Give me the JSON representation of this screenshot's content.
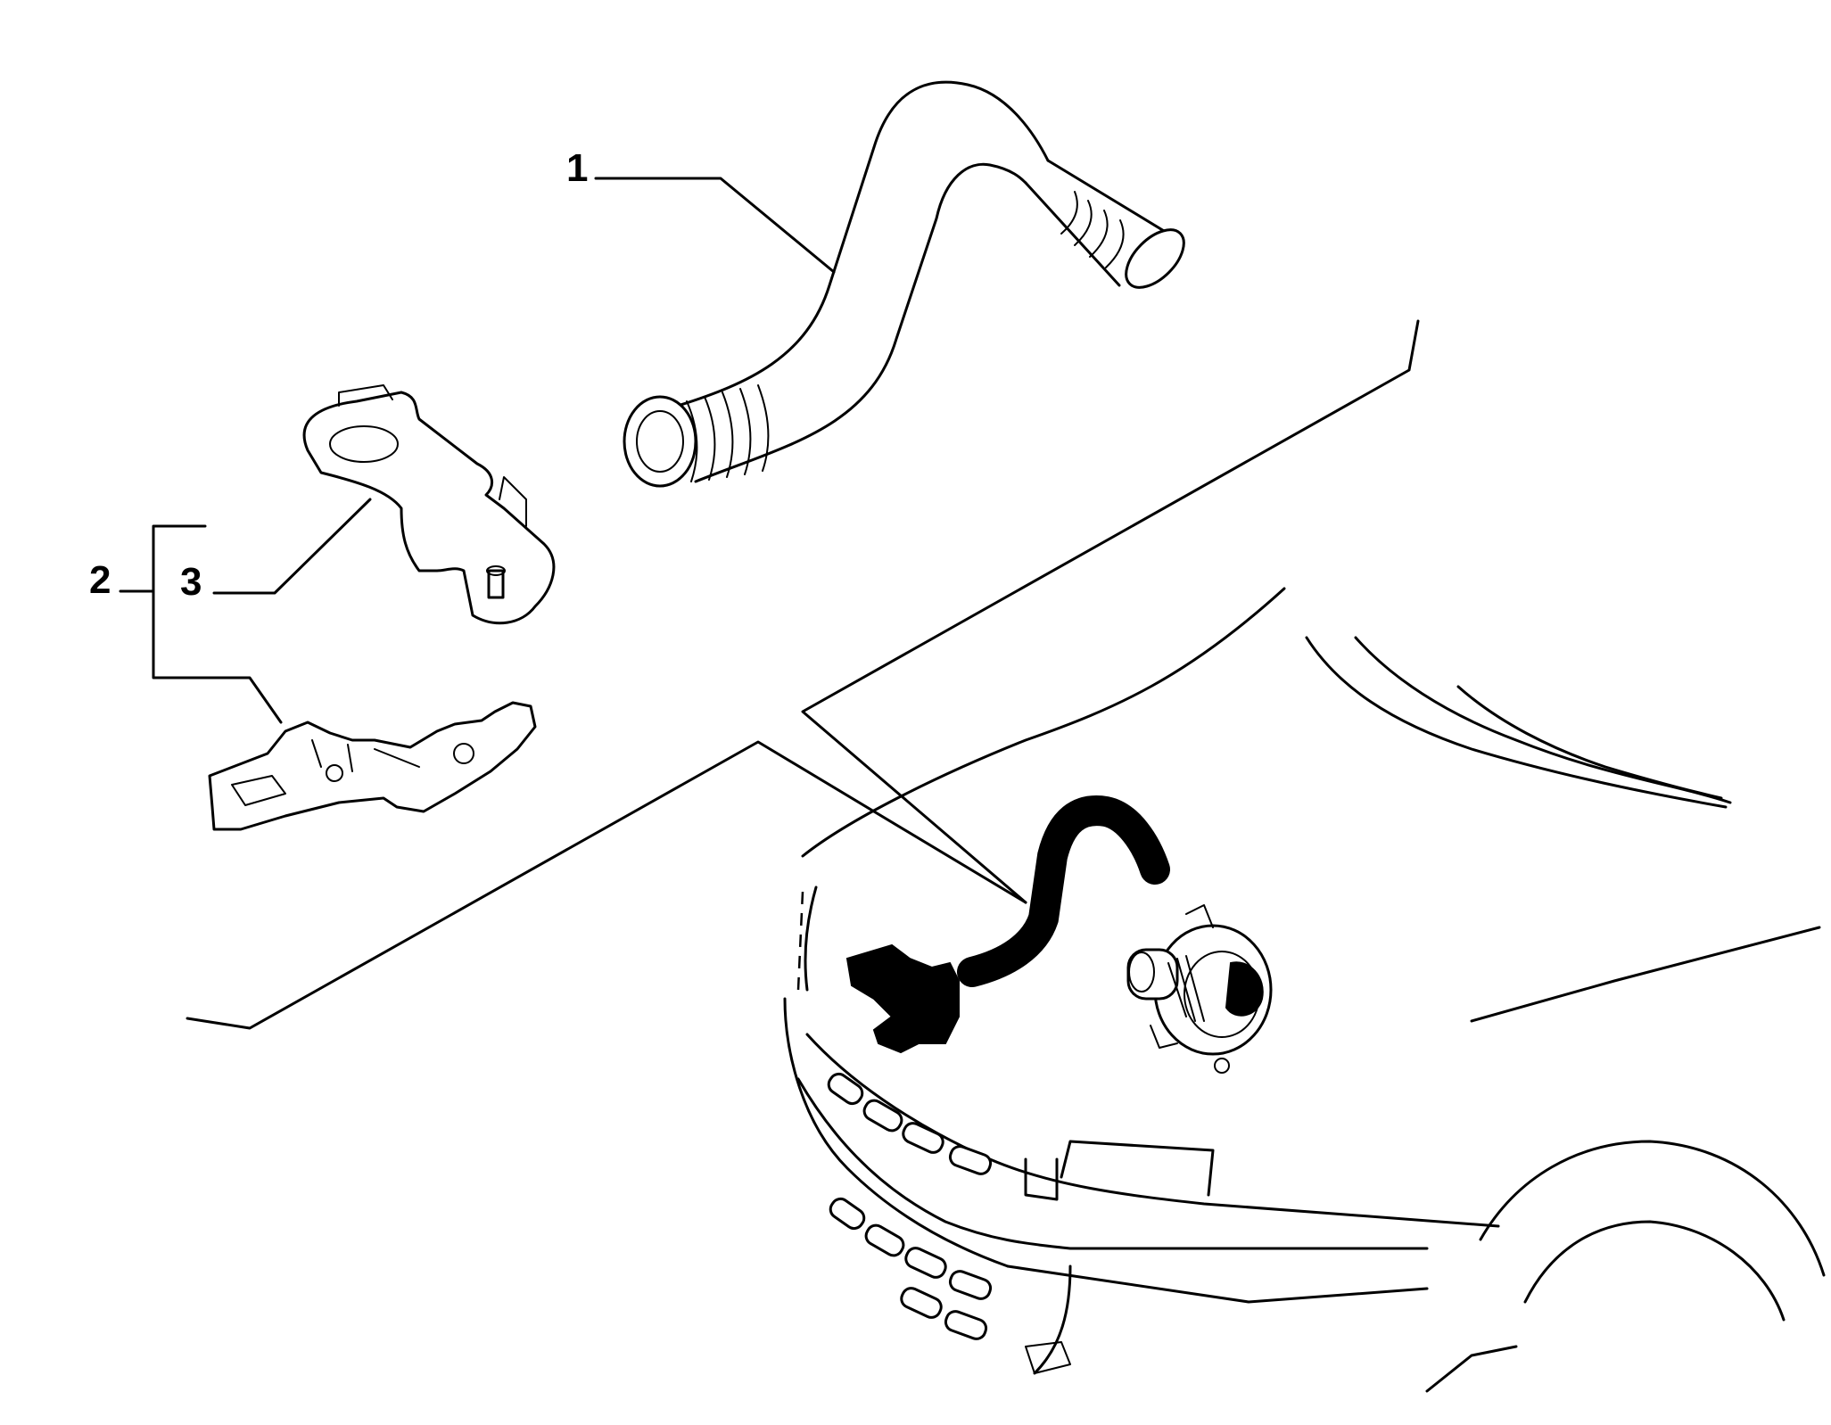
{
  "callouts": [
    {
      "id": "1",
      "label": "1"
    },
    {
      "id": "2",
      "label": "2"
    },
    {
      "id": "3",
      "label": "3"
    }
  ],
  "colors": {
    "ink": "#000000",
    "paper": "#ffffff"
  },
  "parts": [
    {
      "name": "hose-icon"
    },
    {
      "name": "bracket-upper-icon"
    },
    {
      "name": "bracket-lower-icon"
    },
    {
      "name": "car-front-icon"
    },
    {
      "name": "alternator-icon"
    }
  ]
}
